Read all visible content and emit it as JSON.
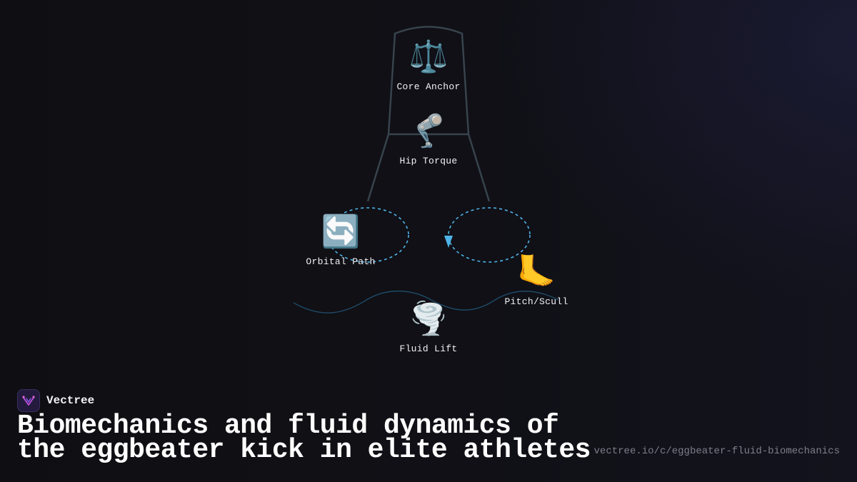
{
  "diagram": {
    "nodes": [
      {
        "id": "core",
        "label": "Core Anchor",
        "icon": "balance-scale-icon",
        "glyph": "⚖️"
      },
      {
        "id": "hip",
        "label": "Hip Torque",
        "icon": "mechanical-leg-icon",
        "glyph": "🦿"
      },
      {
        "id": "orbital",
        "label": "Orbital Path",
        "icon": "rotate-arrows-icon",
        "glyph": "🔄"
      },
      {
        "id": "pitch",
        "label": "Pitch/Scull",
        "icon": "foot-icon",
        "glyph": "🦶"
      },
      {
        "id": "lift",
        "label": "Fluid Lift",
        "icon": "tornado-icon",
        "glyph": "🌪️"
      }
    ],
    "colors": {
      "outline": "#37434d",
      "orbit": "#4fb3e8",
      "wave": "#1f4a66"
    }
  },
  "brand": {
    "name": "Vectree",
    "logo_icon": "vectree-logo-icon"
  },
  "title_lines": [
    "Biomechanics and fluid dynamics of",
    "the eggbeater kick in elite athletes"
  ],
  "url": "vectree.io/c/eggbeater-fluid-biomechanics"
}
